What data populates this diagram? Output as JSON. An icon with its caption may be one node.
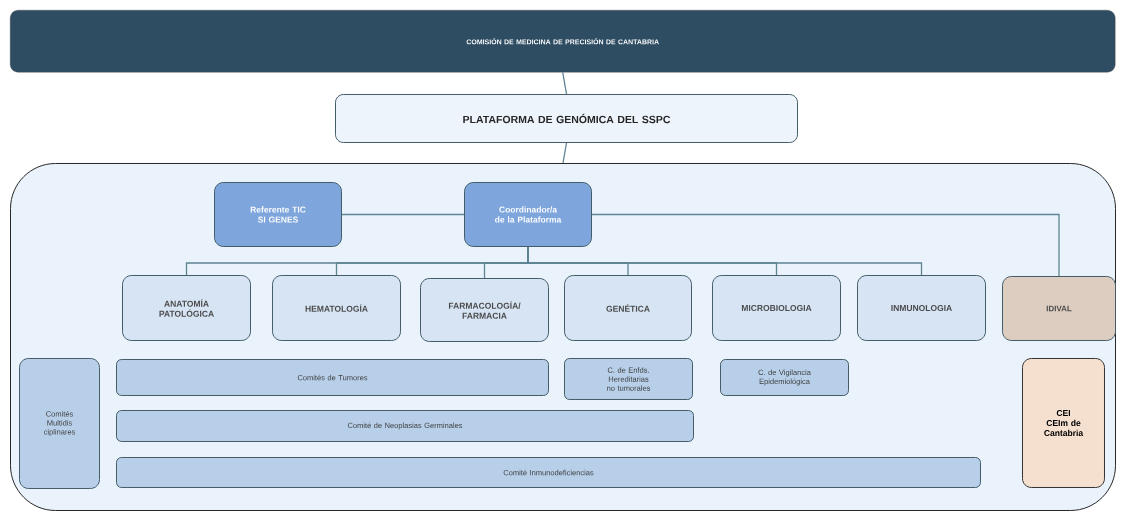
{
  "diagram": {
    "nodes": [
      {
        "text": [
          "COMISIÓN DE MEDICINA DE PRECISIÓN DE CANTABRIA"
        ]
      },
      {
        "text": [
          "PLATAFORMA DE GENÓMICA DEL SSPC"
        ]
      },
      {
        "text": [],
        "shape": "box"
      },
      {
        "text": [
          "Referente TIC SI GENES"
        ],
        "in": 2
      },
      {
        "text": [
          "Coordinador/a de la Plataforma"
        ],
        "in": 2
      },
      {
        "text": [
          "ANATOMÍA PATOLÓGICA"
        ],
        "in": 2
      },
      {
        "text": [
          "HEMATOLOGÍA"
        ],
        "in": 2
      },
      {
        "text": [
          "FARMACOLOGÍA/ FARMACIA"
        ],
        "in": 2
      },
      {
        "text": [
          "GENÉTICA"
        ],
        "in": 2
      },
      {
        "text": [
          "MICROBIOLOGIA"
        ],
        "in": 2
      },
      {
        "text": [
          "INMUNOLOGIA"
        ],
        "in": 2
      },
      {
        "text": [
          "IDIVAL"
        ],
        "in": 2
      },
      {
        "text": [
          "Comités Multidis ciplinares"
        ],
        "in": 2
      },
      {
        "text": [
          "Comités de Tumores"
        ],
        "in": 2
      },
      {
        "text": [
          "C. de Enfds. Hereditarias no tumorales"
        ],
        "in": 2
      },
      {
        "text": [
          "C. de Vigilancia Epidemiológica"
        ],
        "in": 2
      },
      {
        "text": [
          "Comité de Neoplasias Germinales"
        ],
        "in": 2
      },
      {
        "text": [
          "Comité Inmunodeficiencias"
        ],
        "in": 2
      },
      {
        "text": [
          "CEI CEIm de Cantabria"
        ],
        "in": 2
      }
    ],
    "edges": [
      {
        "from": 0,
        "to": 1,
        "arrow": "none"
      },
      {
        "from": 1,
        "to": 2,
        "arrow": "none"
      },
      {
        "from": 3,
        "to": 4,
        "arrow": "none"
      },
      {
        "from": 4,
        "to": 5,
        "arrow": "none"
      },
      {
        "from": 4,
        "to": 6,
        "arrow": "none"
      },
      {
        "from": 4,
        "to": 7,
        "arrow": "none"
      },
      {
        "from": 4,
        "to": 8,
        "arrow": "none"
      },
      {
        "from": 4,
        "to": 9,
        "arrow": "none"
      },
      {
        "from": 4,
        "to": 10,
        "arrow": "none"
      },
      {
        "from": 4,
        "to": 11,
        "arrow": "none"
      }
    ]
  }
}
